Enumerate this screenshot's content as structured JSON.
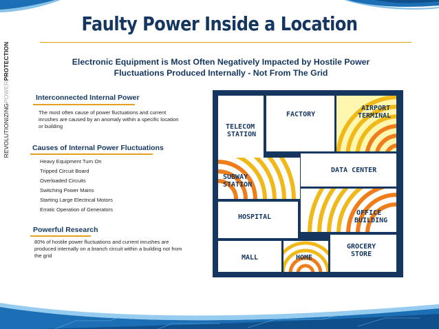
{
  "title": "Faulty Power Inside a Location",
  "brand": {
    "part1": "REVOLUTIONIZING",
    "part2": "POWER",
    "part3": "PROTECTION"
  },
  "subtitle": {
    "line1": "Electronic Equipment is Most Often Negatively Impacted by Hostile Power",
    "line2": "Fluctuations Produced Internally - Not From The Grid"
  },
  "sections": {
    "internal": {
      "heading": "Interconnected Internal Power",
      "body": "The most often cause of power fluctuations and current inrushes are caused by an anomaly within a specific location or building"
    },
    "causes": {
      "heading": "Causes of Internal Power Fluctuations",
      "items": [
        "Heavy Equipment Turn On",
        "Tripped Circuit Board",
        "Overloaded Circuits",
        "Switching Power Mains",
        "Starting Large Electrical Motors",
        "Erratic Operation of Generators"
      ]
    },
    "research": {
      "heading": "Powerful Research",
      "body": "80% of hostile power fluctuations and current inrushes are produced internally on a branch circuit within a building not from the grid"
    }
  },
  "map": {
    "labels": {
      "telecom_1": "TELECOM",
      "telecom_2": "STATION",
      "factory": "FACTORY",
      "airport_1": "AIRPORT",
      "airport_2": "TERMINAL",
      "subway_1": "SUBWAY",
      "subway_2": "STATION",
      "data_center": "DATA CENTER",
      "hospital": "HOSPITAL",
      "office_1": "OFFICE",
      "office_2": "BUILDING",
      "mall": "MALL",
      "home": "HOME",
      "grocery_1": "GROCERY",
      "grocery_2": "STORE"
    },
    "colors": {
      "wall": "#14365f",
      "wave_outer": "#f0b818",
      "wave_inner": "#ee7d1c",
      "wave_gap": "#fff7b0"
    }
  },
  "colors": {
    "navy": "#14365f",
    "accent": "#e6a11c",
    "blue": "#1c6fb5"
  }
}
